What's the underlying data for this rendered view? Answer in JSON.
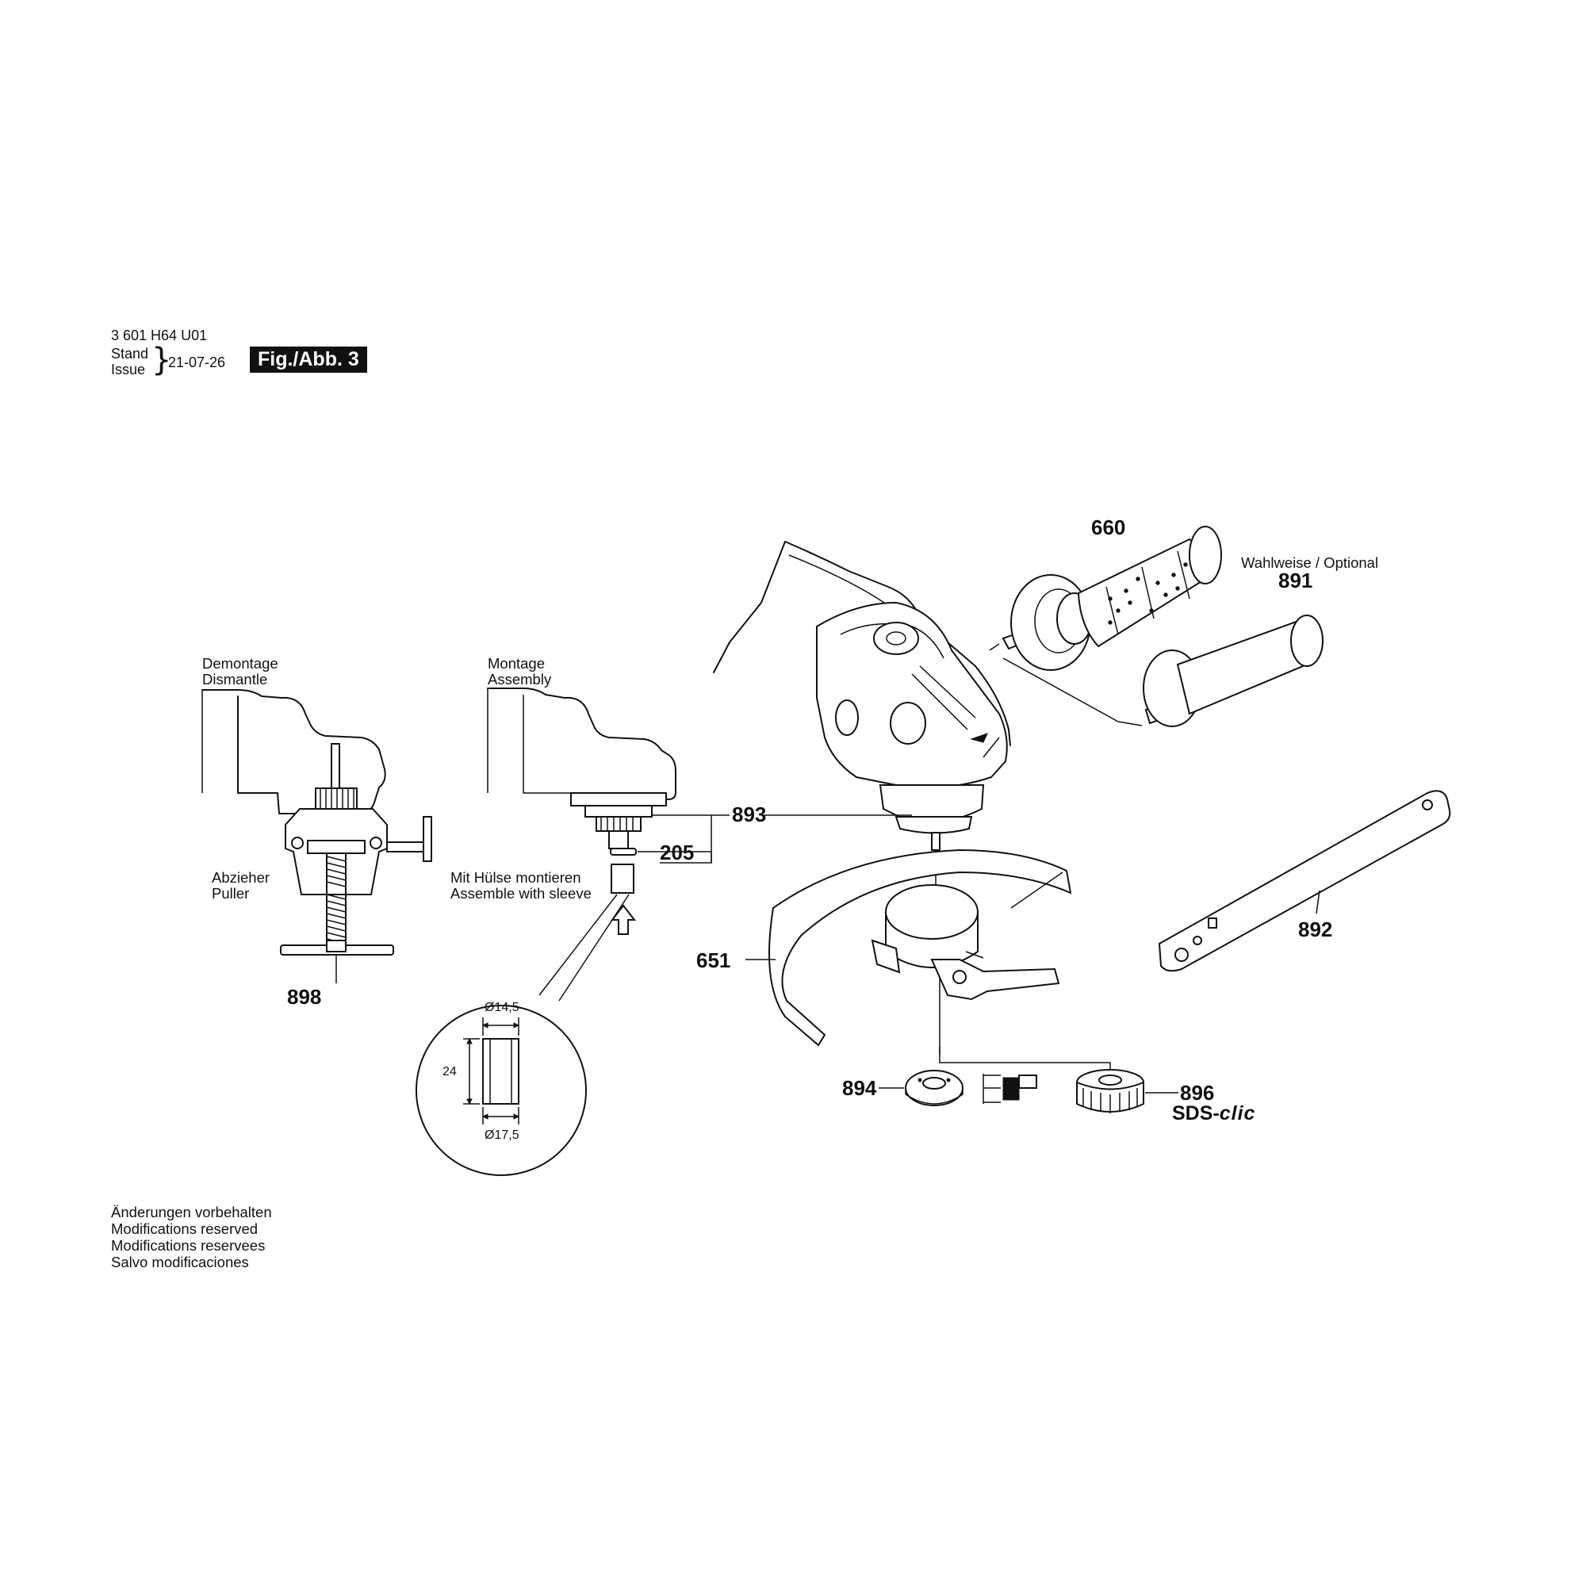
{
  "header": {
    "part_number": "3 601 H64 U01",
    "stand": "Stand",
    "issue": "Issue",
    "date": "21-07-26",
    "figure": "Fig./Abb. 3"
  },
  "captions": {
    "dismantle_de": "Demontage",
    "dismantle_en": "Dismantle",
    "assembly_de": "Montage",
    "assembly_en": "Assembly",
    "puller_de": "Abzieher",
    "puller_en": "Puller",
    "sleeve_de": "Mit Hülse montieren",
    "sleeve_en": "Assemble with sleeve",
    "optional": "Wahlweise / Optional"
  },
  "dimensions": {
    "inner_diameter": "Ø14,5",
    "outer_diameter": "Ø17,5",
    "length": "24"
  },
  "parts": {
    "p660": "660",
    "p891": "891",
    "p893": "893",
    "p205": "205",
    "p651": "651",
    "p892": "892",
    "p894": "894",
    "p896": "896",
    "p898": "898",
    "sds_prefix": "SDS-",
    "sds_suffix": "clic"
  },
  "footer": {
    "line1": "Änderungen vorbehalten",
    "line2": "Modifications reserved",
    "line3": "Modifications reservees",
    "line4": "Salvo modificaciones"
  }
}
